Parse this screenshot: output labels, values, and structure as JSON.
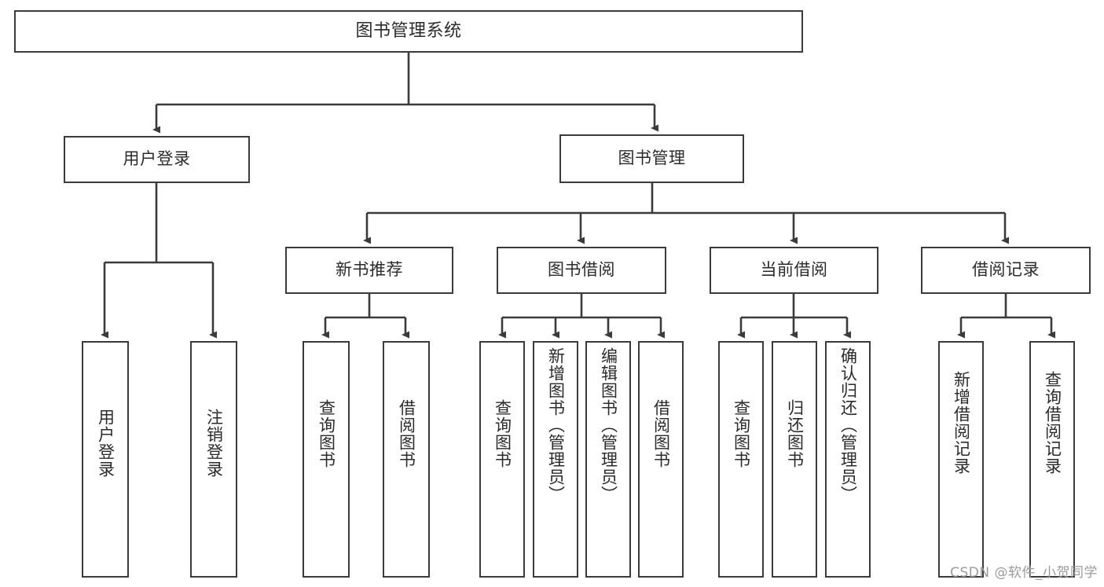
{
  "diagram": {
    "type": "tree-hierarchy",
    "title": "图书管理系统",
    "root": {
      "label": "图书管理系统"
    },
    "level2": [
      {
        "id": "user-login",
        "label": "用户登录"
      },
      {
        "id": "book-management",
        "label": "图书管理"
      }
    ],
    "level3": [
      {
        "id": "new-book-recommend",
        "label": "新书推荐",
        "parent": "book-management"
      },
      {
        "id": "book-borrow",
        "label": "图书借阅",
        "parent": "book-management"
      },
      {
        "id": "current-borrow",
        "label": "当前借阅",
        "parent": "book-management"
      },
      {
        "id": "borrow-record",
        "label": "借阅记录",
        "parent": "book-management"
      }
    ],
    "leaves": {
      "user-login": [
        {
          "id": "leaf-user-login",
          "label": "用户登录"
        },
        {
          "id": "leaf-logout",
          "label": "注销登录"
        }
      ],
      "new-book-recommend": [
        {
          "id": "leaf-query-book-1",
          "label": "查询图书"
        },
        {
          "id": "leaf-borrow-book-1",
          "label": "借阅图书"
        }
      ],
      "book-borrow": [
        {
          "id": "leaf-query-book-2",
          "label": "查询图书"
        },
        {
          "id": "leaf-add-book",
          "label": "新增图书（管理员）"
        },
        {
          "id": "leaf-edit-book",
          "label": "编辑图书（管理员）"
        },
        {
          "id": "leaf-borrow-book-2",
          "label": "借阅图书"
        }
      ],
      "current-borrow": [
        {
          "id": "leaf-query-book-3",
          "label": "查询图书"
        },
        {
          "id": "leaf-return-book",
          "label": "归还图书"
        },
        {
          "id": "leaf-confirm-return",
          "label": "确认归还（管理员）"
        }
      ],
      "borrow-record": [
        {
          "id": "leaf-add-record",
          "label": "新增借阅记录"
        },
        {
          "id": "leaf-query-record",
          "label": "查询借阅记录"
        }
      ]
    },
    "colors": {
      "border": "#3b3b3b",
      "text": "#2b2b2b",
      "background": "#ffffff",
      "watermark": "#9b9b9b"
    }
  },
  "watermark": {
    "text": "CSDN @软件_小贺同学"
  }
}
